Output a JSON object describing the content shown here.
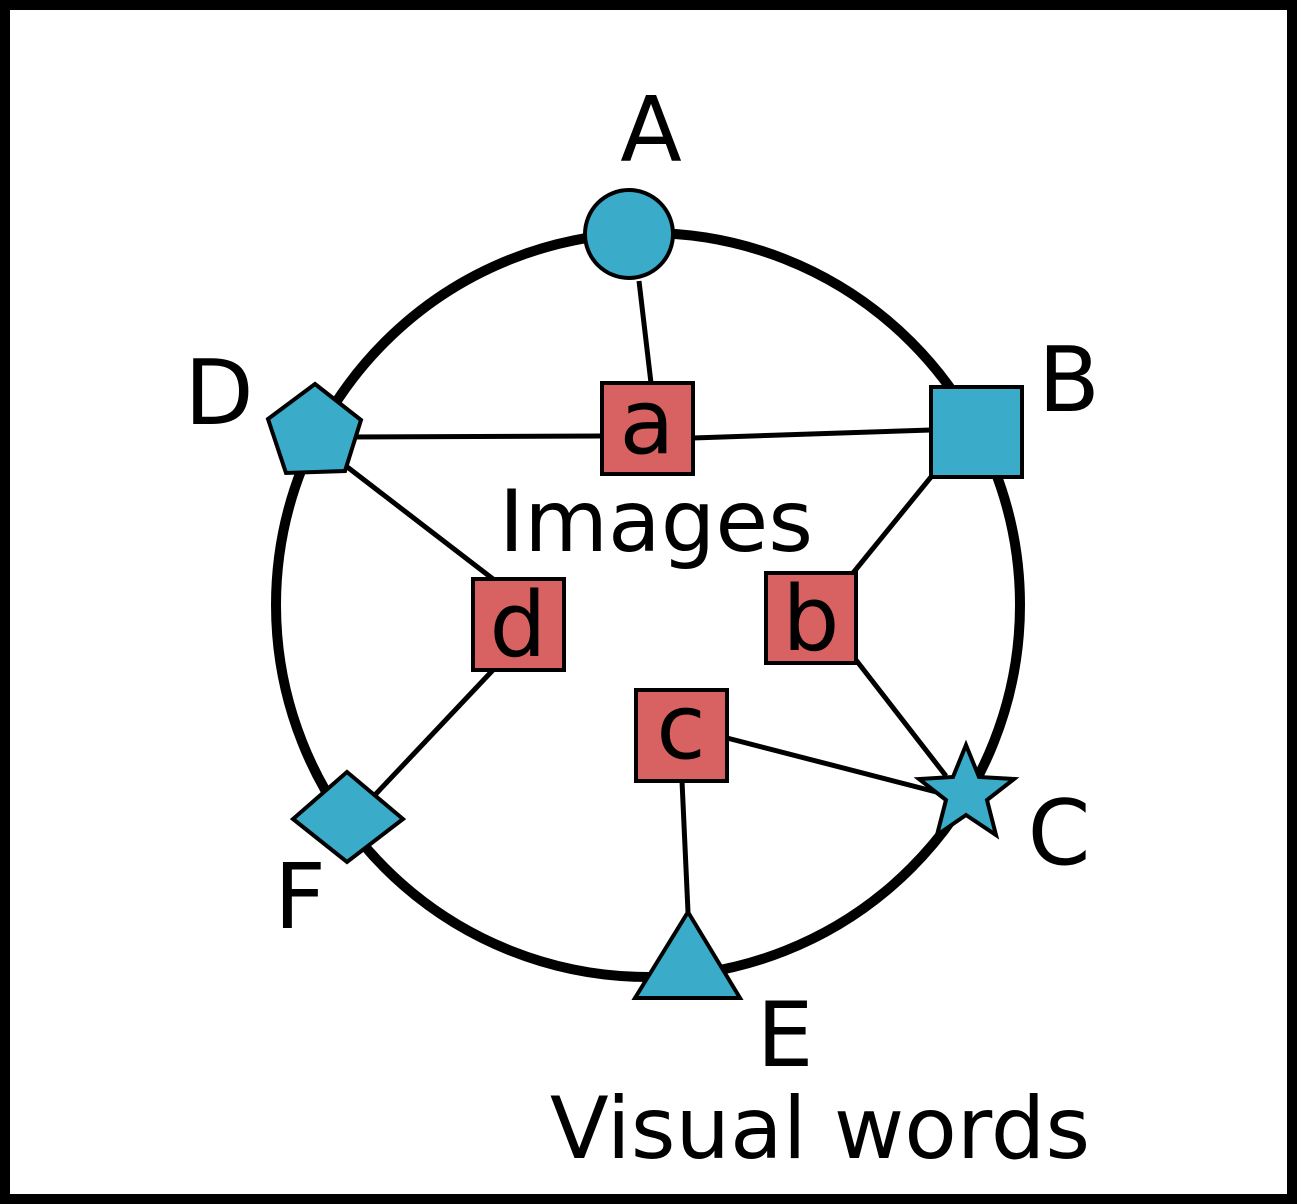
{
  "labels": {
    "images": "Images",
    "visual_words": "Visual words"
  },
  "image_nodes": [
    {
      "id": "A",
      "label": "A",
      "shape": "circle"
    },
    {
      "id": "B",
      "label": "B",
      "shape": "square"
    },
    {
      "id": "C",
      "label": "C",
      "shape": "star"
    },
    {
      "id": "D",
      "label": "D",
      "shape": "pentagon"
    },
    {
      "id": "E",
      "label": "E",
      "shape": "triangle"
    },
    {
      "id": "F",
      "label": "F",
      "shape": "diamond"
    }
  ],
  "word_nodes": [
    {
      "id": "a",
      "label": "a"
    },
    {
      "id": "b",
      "label": "b"
    },
    {
      "id": "c",
      "label": "c"
    },
    {
      "id": "d",
      "label": "d"
    }
  ],
  "edges": [
    [
      "A",
      "a"
    ],
    [
      "D",
      "a"
    ],
    [
      "B",
      "a"
    ],
    [
      "B",
      "b"
    ],
    [
      "C",
      "b"
    ],
    [
      "C",
      "c"
    ],
    [
      "E",
      "c"
    ],
    [
      "D",
      "d"
    ],
    [
      "F",
      "d"
    ]
  ],
  "colors": {
    "image_node": "#3aabc9",
    "word_node": "#d86161",
    "stroke": "#000000",
    "background": "#ffffff"
  }
}
